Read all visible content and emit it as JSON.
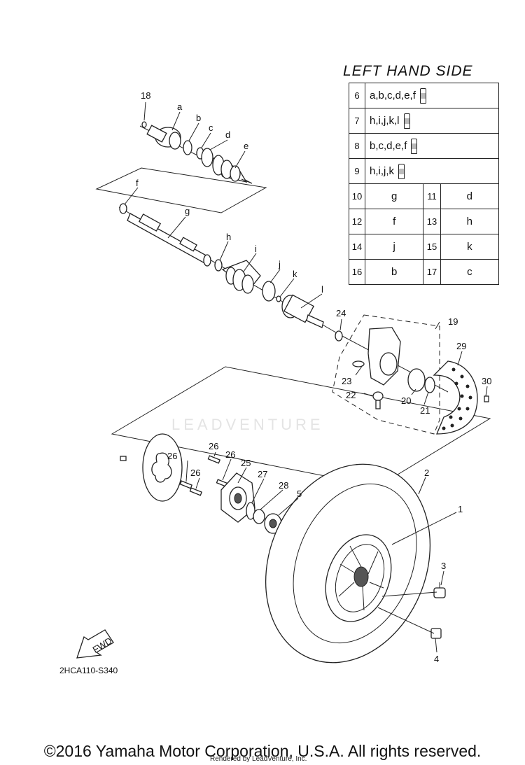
{
  "header": {
    "title": "LEFT HAND SIDE"
  },
  "table": {
    "rows_wide": [
      {
        "num": "6",
        "parts": "a,b,c,d,e,f"
      },
      {
        "num": "7",
        "parts": "h,i,j,k,l"
      },
      {
        "num": "8",
        "parts": "b,c,d,e,f"
      },
      {
        "num": "9",
        "parts": "h,i,j,k"
      }
    ],
    "rows_pair": [
      {
        "n1": "10",
        "v1": "g",
        "n2": "11",
        "v2": "d"
      },
      {
        "n1": "12",
        "v1": "f",
        "n2": "13",
        "v2": "h"
      },
      {
        "n1": "14",
        "v1": "j",
        "n2": "15",
        "v2": "k"
      },
      {
        "n1": "16",
        "v1": "b",
        "n2": "17",
        "v2": "c"
      }
    ]
  },
  "callouts": {
    "c18": "18",
    "ca": "a",
    "cb": "b",
    "cc": "c",
    "cd": "d",
    "ce": "e",
    "cf": "f",
    "cg": "g",
    "ch": "h",
    "ci": "i",
    "cj": "j",
    "ck": "k",
    "cl": "l",
    "c24": "24",
    "c19": "19",
    "c29": "29",
    "c30": "30",
    "c23": "23",
    "c22": "22",
    "c20": "20",
    "c21": "21",
    "c26a": "26",
    "c26b": "26",
    "c26c": "26",
    "c26d": "26",
    "c25": "25",
    "c27": "27",
    "c28": "28",
    "c5": "5",
    "c2": "2",
    "c1": "1",
    "c3": "3",
    "c4": "4"
  },
  "fwd_label": "FWD",
  "diagram_code": "2HCA110-S340",
  "watermark": "LEADVENTURE",
  "footer": {
    "copyright": "©2016 Yamaha Motor Corporation, U.S.A. All rights reserved.",
    "rendered": "Rendered by LeadVenture, Inc."
  }
}
